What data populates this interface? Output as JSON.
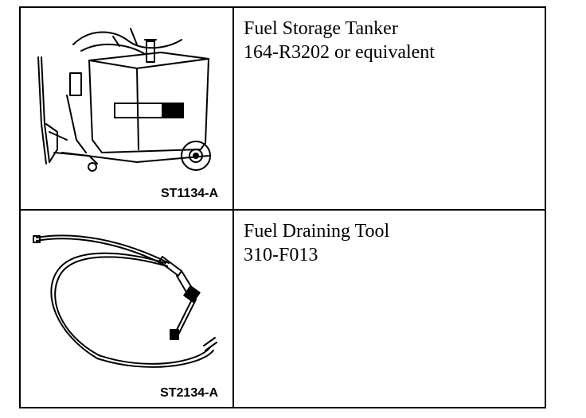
{
  "tools": [
    {
      "code": "ST1134-A",
      "name": "Fuel Storage Tanker",
      "number": "164-R3202 or equivalent"
    },
    {
      "code": "ST2134-A",
      "name": "Fuel Draining Tool",
      "number": "310-F013"
    }
  ],
  "colors": {
    "ink": "#000000",
    "paper": "#ffffff"
  }
}
